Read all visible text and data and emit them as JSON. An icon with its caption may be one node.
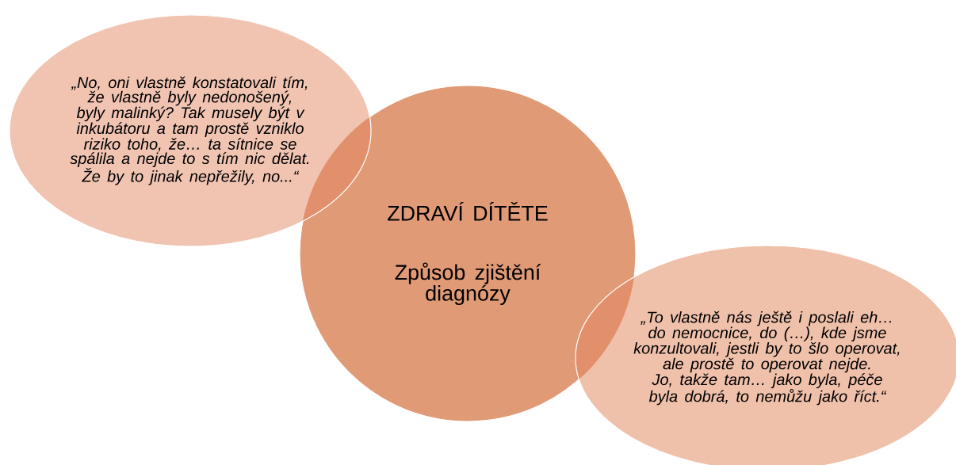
{
  "diagram": {
    "nodes": [
      {
        "text": [
          "„No, oni vlastně konstatovali tím, že vlastně byly nedonošený, byly malinký? Tak musely být v inkubátoru a tam prostě vzniklo riziko toho, že… ta sítnice se spálila a nejde to s tím nic dělat. Že by to jinak nepřežily, no...“"
        ]
      },
      {
        "text": [
          "ZDRAVÍ DÍTĚTE",
          "Způsob zjištění diagnózy"
        ]
      },
      {
        "text": [
          "„To vlastně nás ještě i poslali eh… do nemocnice, do (…), kde jsme konzultovali, jestli by to šlo operovat, ale prostě to operovat nejde. Jo, takže tam… jako byla, péče byla dobrá, to nemůžu jako říct.“"
        ]
      }
    ]
  }
}
